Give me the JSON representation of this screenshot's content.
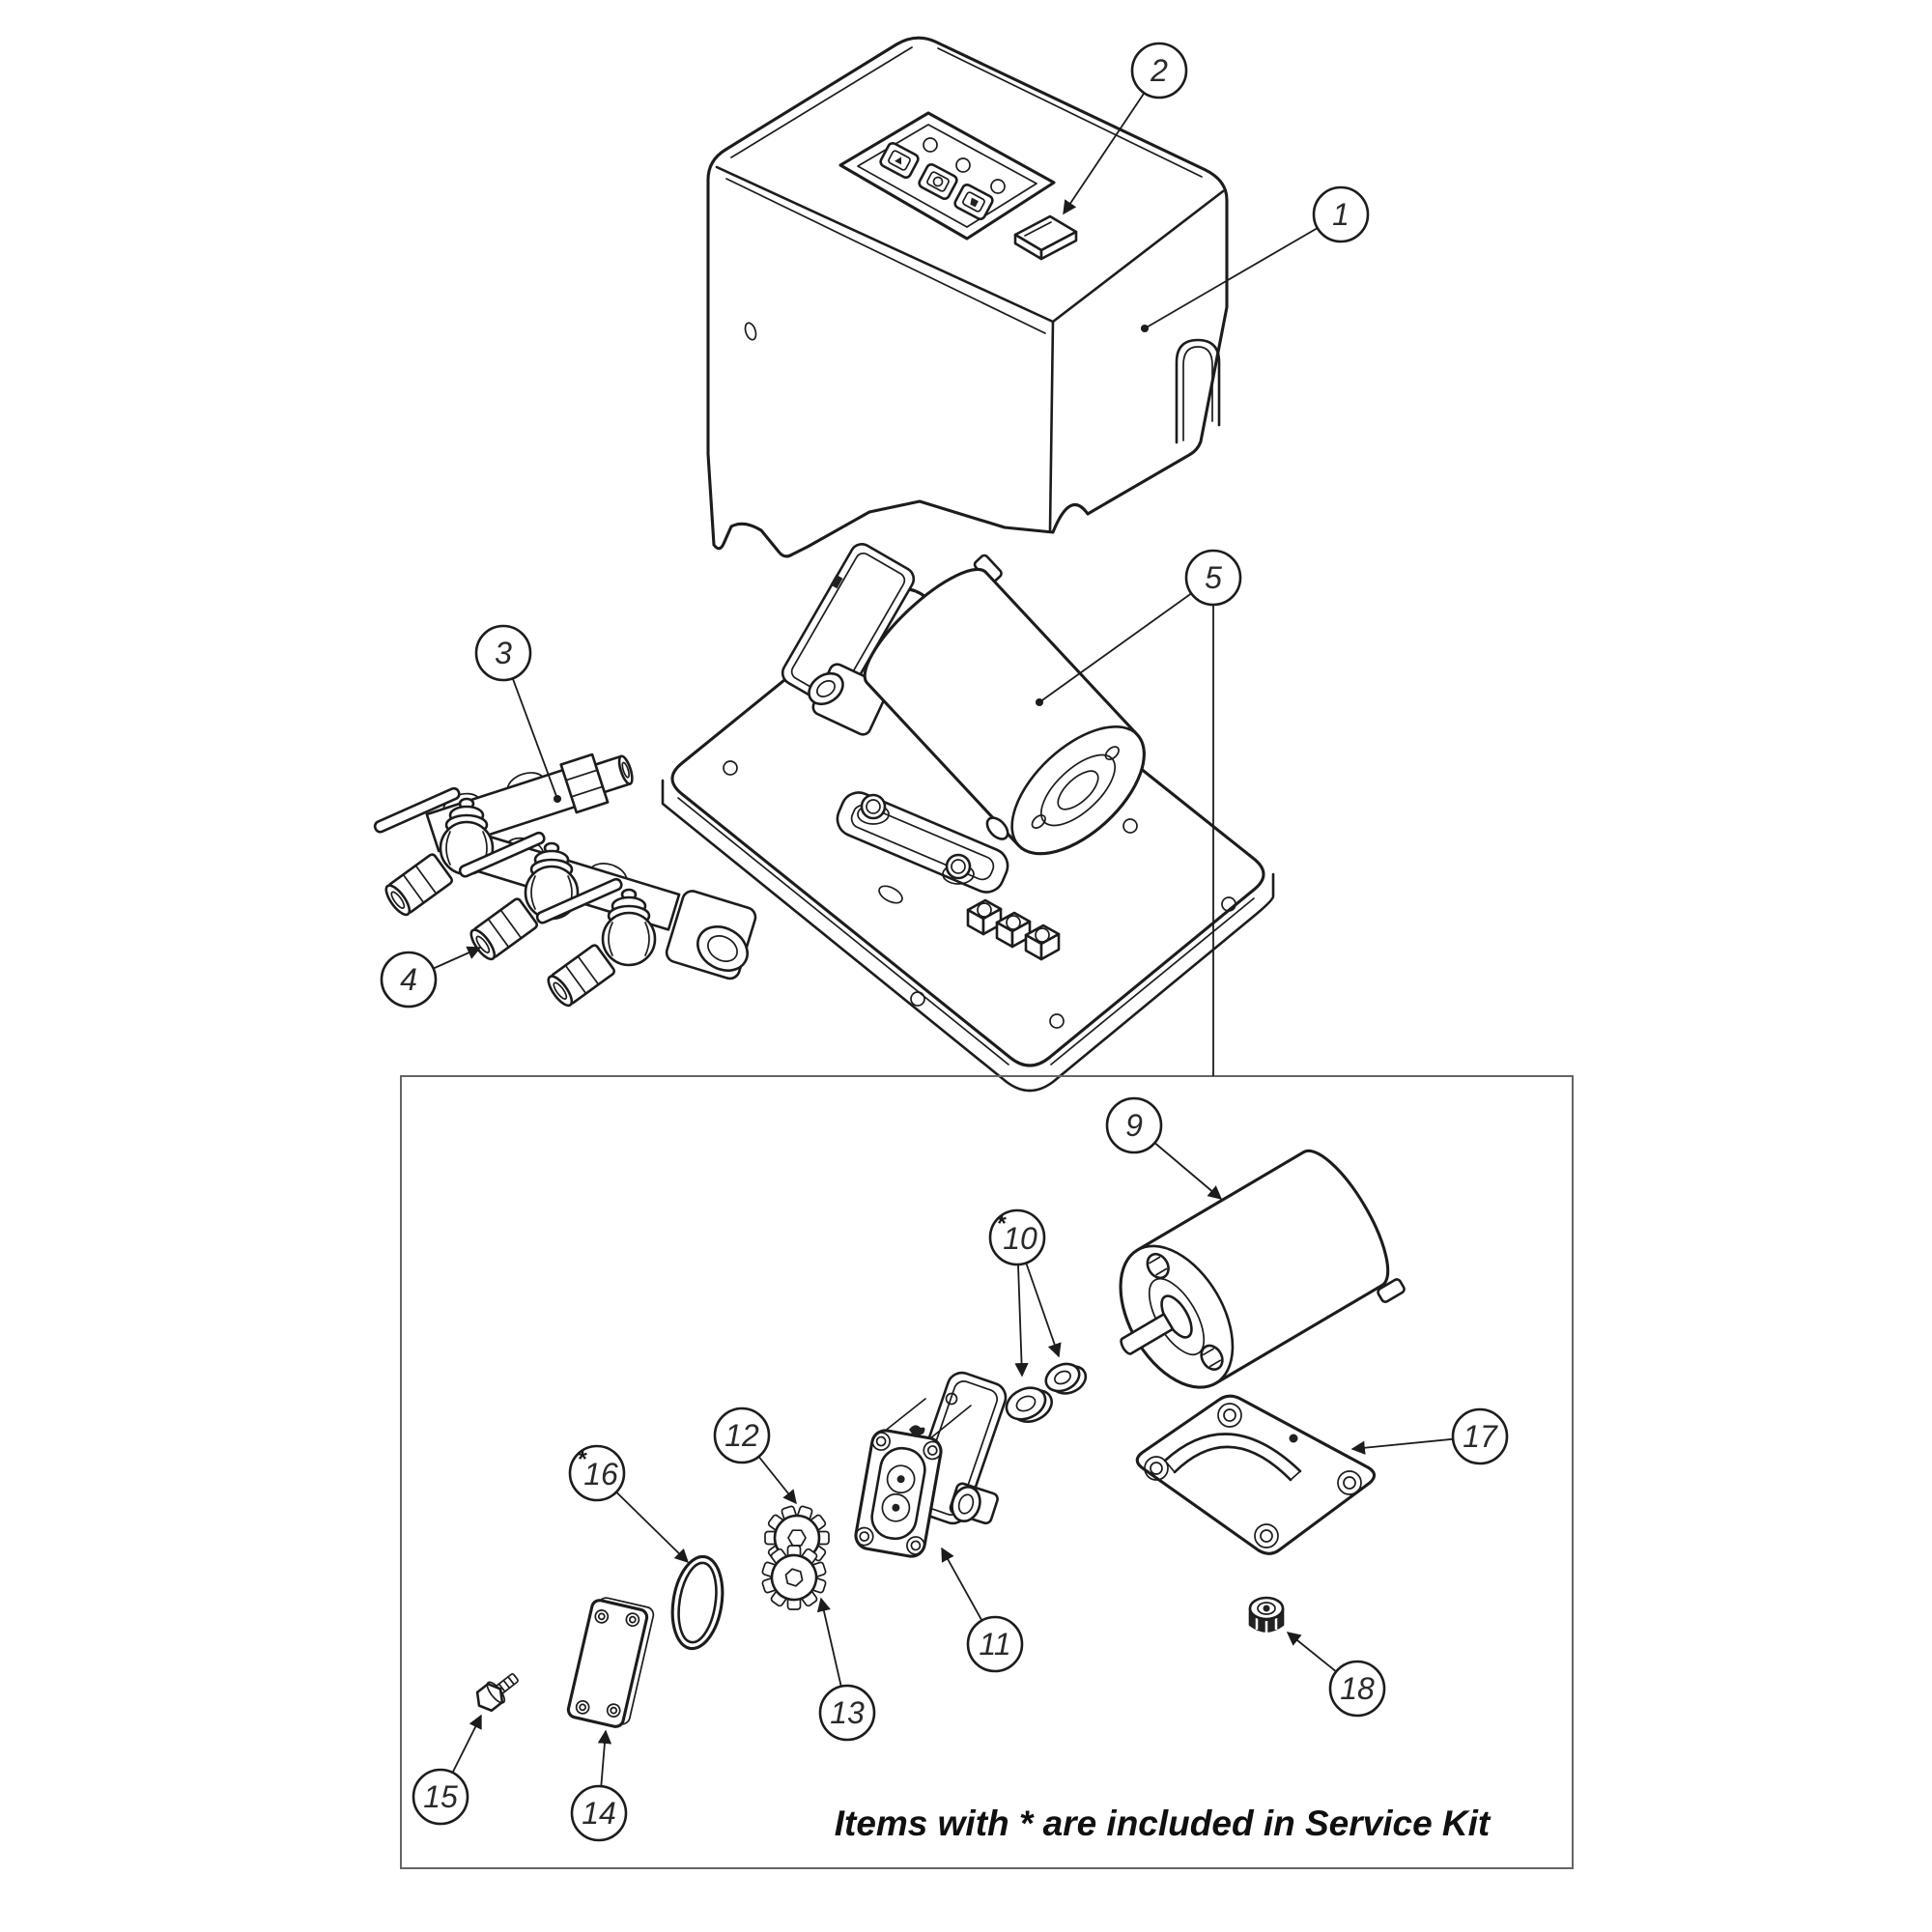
{
  "diagram": {
    "note": "Items with * are included in Service Kit",
    "callouts": [
      {
        "label": "1",
        "asterisk": ""
      },
      {
        "label": "2",
        "asterisk": ""
      },
      {
        "label": "3",
        "asterisk": ""
      },
      {
        "label": "4",
        "asterisk": ""
      },
      {
        "label": "5",
        "asterisk": ""
      },
      {
        "label": "9",
        "asterisk": ""
      },
      {
        "label": "10",
        "asterisk": "*"
      },
      {
        "label": "11",
        "asterisk": ""
      },
      {
        "label": "12",
        "asterisk": ""
      },
      {
        "label": "13",
        "asterisk": ""
      },
      {
        "label": "14",
        "asterisk": ""
      },
      {
        "label": "15",
        "asterisk": ""
      },
      {
        "label": "16",
        "asterisk": "*"
      },
      {
        "label": "17",
        "asterisk": ""
      },
      {
        "label": "18",
        "asterisk": ""
      }
    ],
    "colors": {
      "line": "#1c1c1c",
      "background": "#ffffff",
      "box_border": "#666666"
    }
  }
}
